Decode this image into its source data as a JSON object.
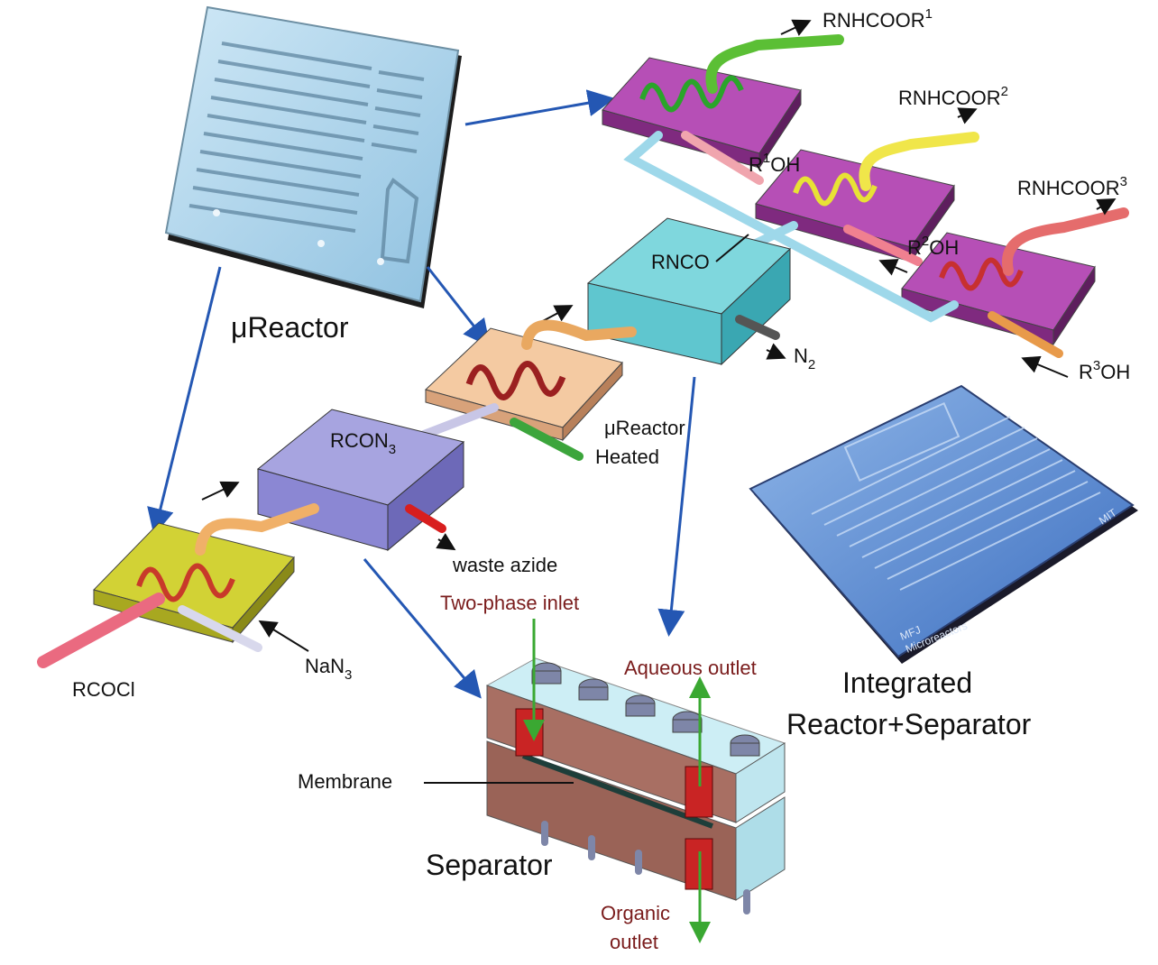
{
  "labels": {
    "ureactor_caption": "μReactor",
    "rnhcoor1": "RNHCOOR",
    "rnhcoor1_sup": "1",
    "rnhcoor2": "RNHCOOR",
    "rnhcoor2_sup": "2",
    "rnhcoor3": "RNHCOOR",
    "rnhcoor3_sup": "3",
    "r1oh_r": "R",
    "r1oh_sup": "1",
    "r1oh_tail": "OH",
    "r2oh_r": "R",
    "r2oh_sup": "2",
    "r2oh_tail": "OH",
    "r3oh_r": "R",
    "r3oh_sup": "3",
    "r3oh_tail": "OH",
    "rnco": "RNCO",
    "n2": "N",
    "n2_sub": "2",
    "rcon3": "RCON",
    "rcon3_sub": "3",
    "ureactor_heated_1": "μReactor",
    "ureactor_heated_2": "Heated",
    "waste_azide": "waste azide",
    "rcocl": "RCOCl",
    "nan3": "NaN",
    "nan3_sub": "3",
    "two_phase_inlet": "Two-phase inlet",
    "aqueous_outlet": "Aqueous outlet",
    "membrane": "Membrane",
    "separator": "Separator",
    "organic_outlet_1": "Organic",
    "organic_outlet_2": "outlet",
    "integrated_1": "Integrated",
    "integrated_2": "Reactor+Separator",
    "chip_mark_1": "MFJ",
    "chip_mark_2": "Microreactors",
    "chip_mark_3": "MIT"
  },
  "colors": {
    "flow_arrow": "#2457b3",
    "chip_blue": "#a9d3ea",
    "reactor_purple": "#9b3a9b",
    "rnco_box": "#5fc6cf",
    "azide_box": "#8b87d3",
    "heated_plate": "#f1c39a",
    "nan3_plate": "#c7c62a",
    "separator_body": "#a86f63",
    "separator_cap": "#bfe6ef",
    "green_arrow": "#3aa832"
  }
}
